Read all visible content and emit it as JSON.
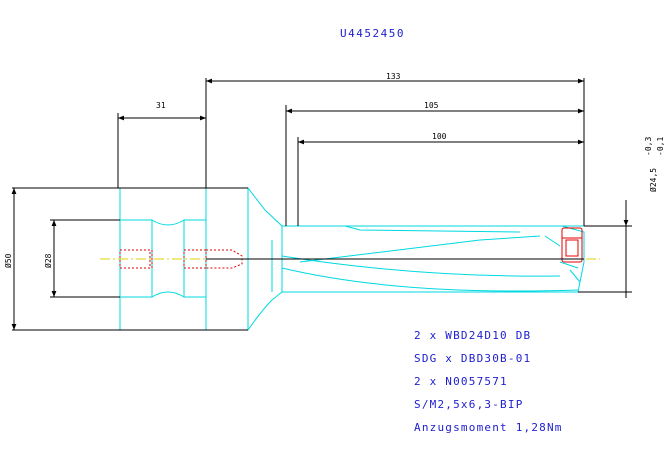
{
  "drawing": {
    "title": "U4452450",
    "colors": {
      "outline": "#000000",
      "tool": "#00d8e0",
      "hidden": "#e00000",
      "text": "#2020d0",
      "centerline": "#e0d000"
    },
    "dimensions": {
      "length_total": "133",
      "length_105": "105",
      "length_100": "100",
      "length_31": "31",
      "diameter_shank": "Ø50",
      "diameter_28": "Ø28",
      "diameter_drill": "Ø24,5",
      "tol_upper": "-0,3",
      "tol_lower": "-0,1"
    },
    "notes": [
      "2 x WBD24D10 DB",
      "SDG x DBD30B-01",
      "2 x N0057571",
      "S/M2,5x6,3-BIP",
      "Anzugsmoment 1,28Nm"
    ]
  }
}
